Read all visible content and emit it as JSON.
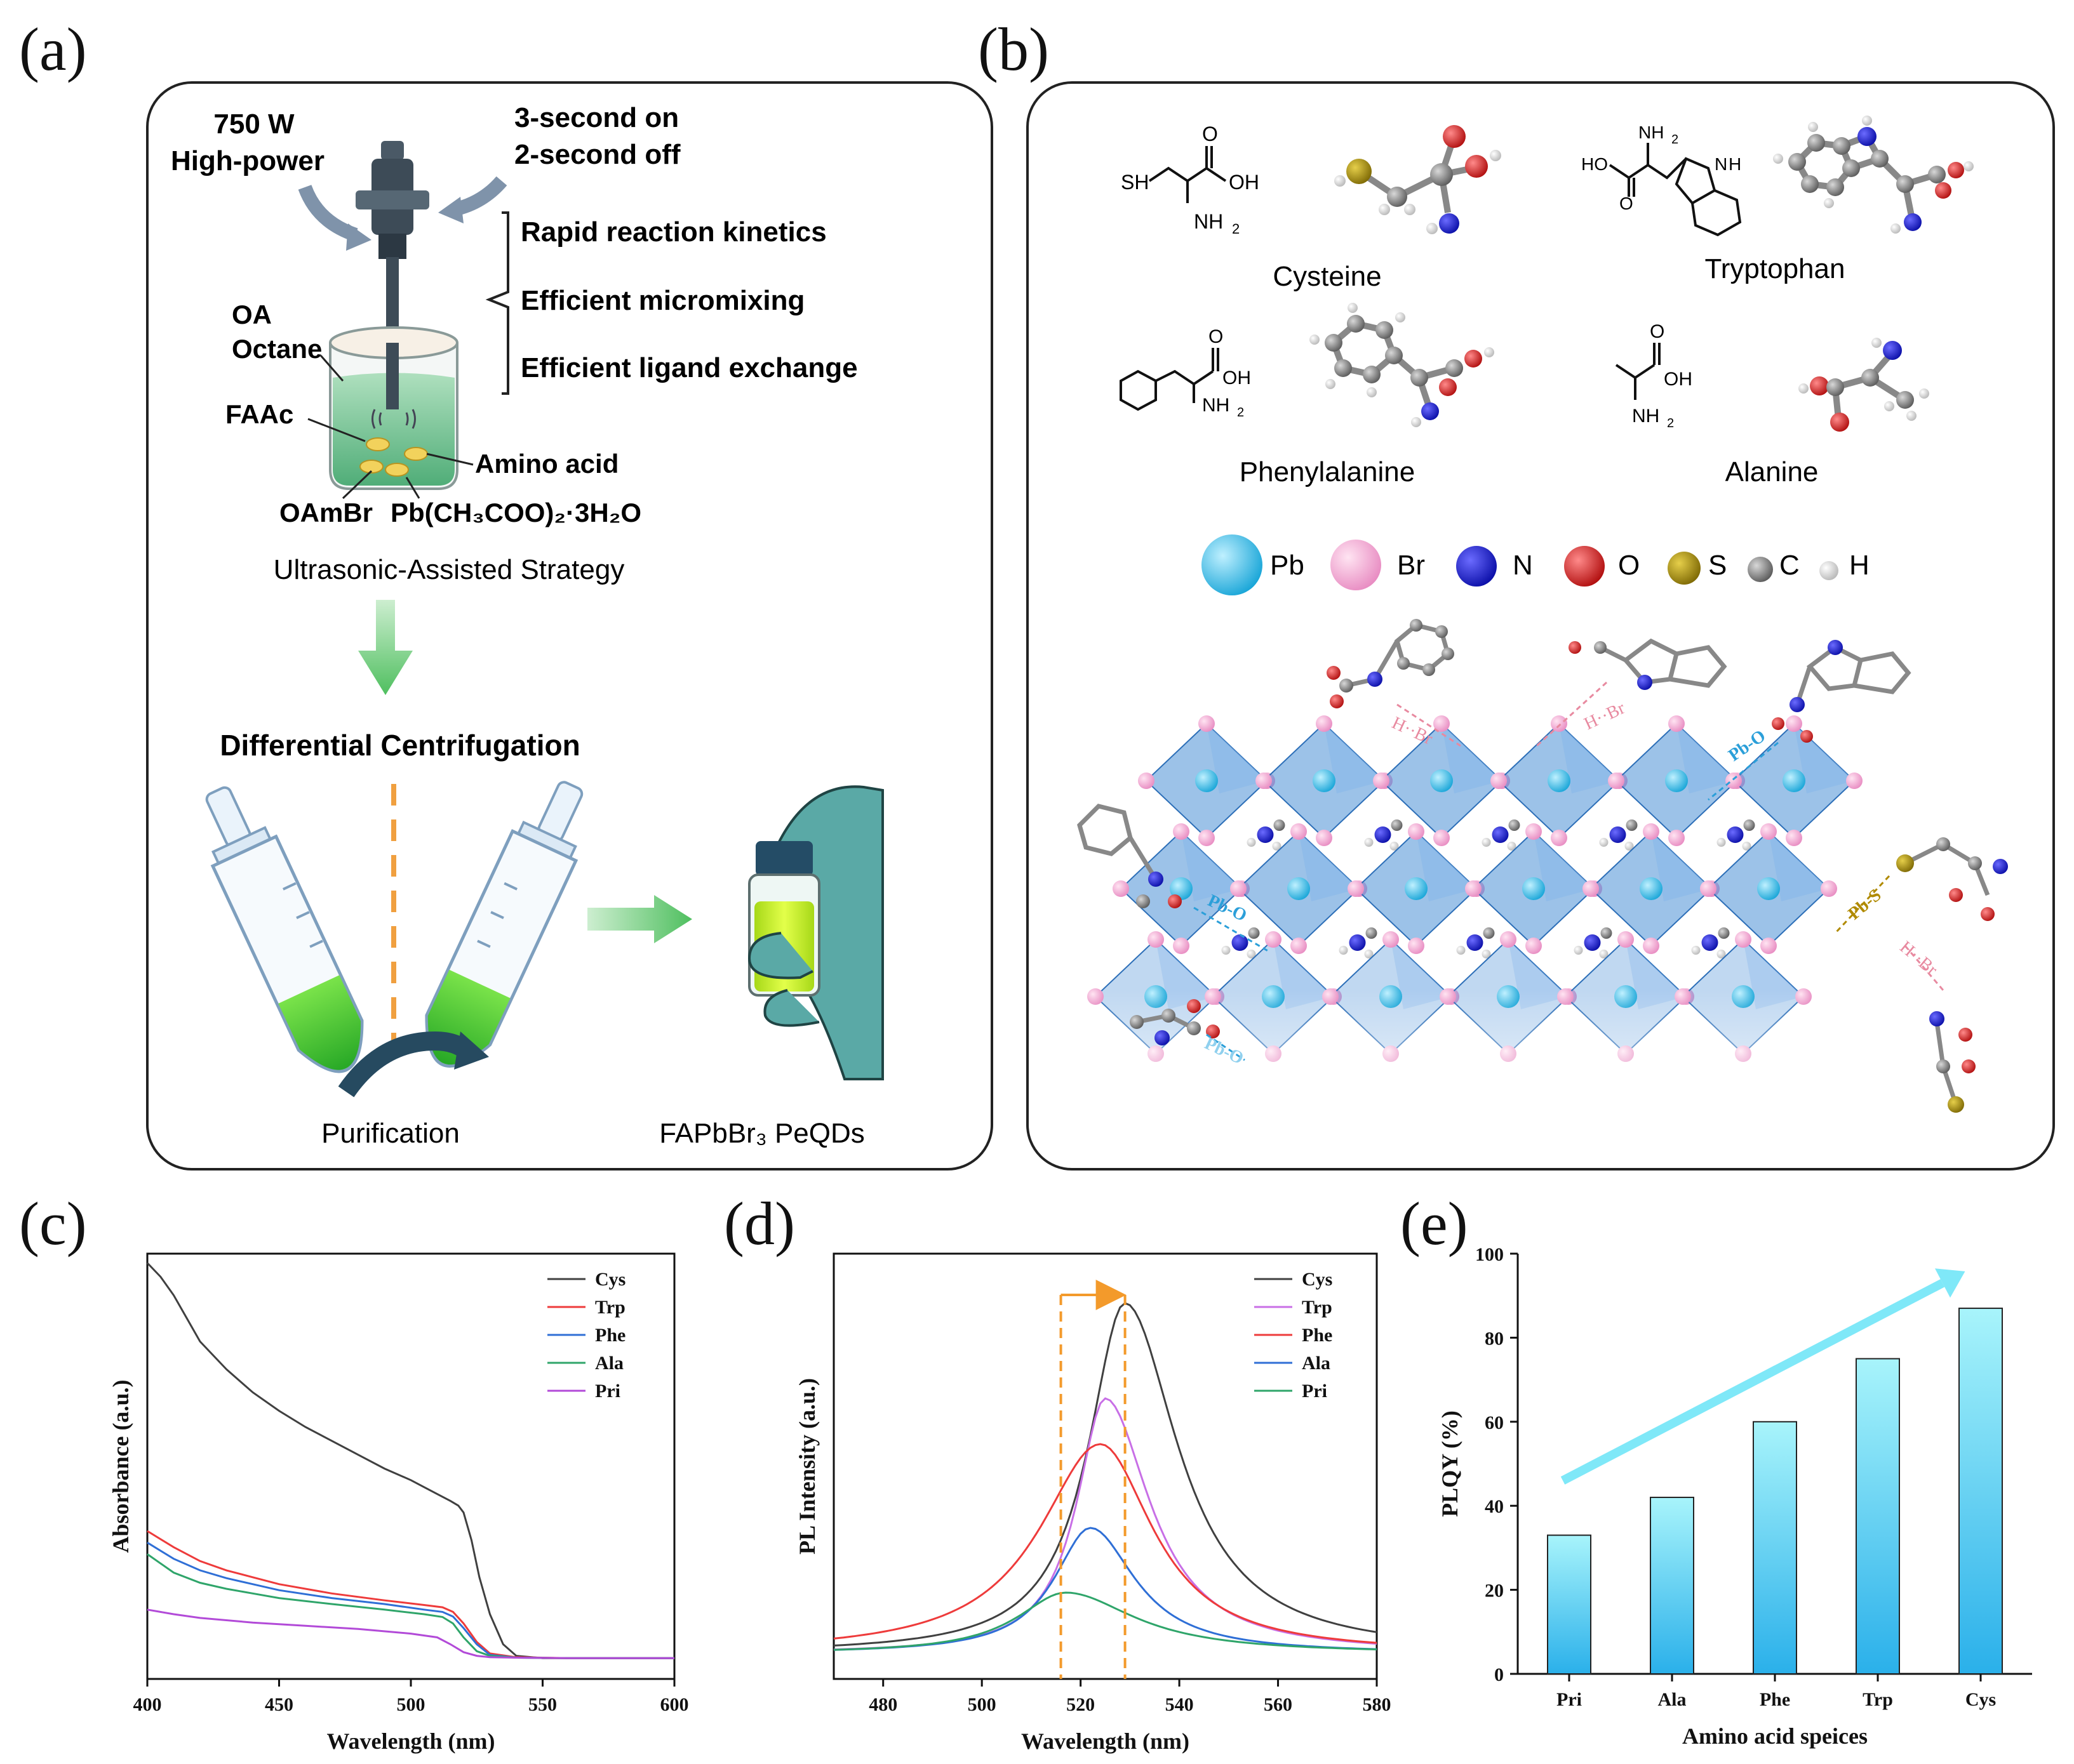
{
  "figure": {
    "panel_labels": [
      "(a)",
      "(b)",
      "(c)",
      "(d)",
      "(e)"
    ]
  },
  "panel_a": {
    "power_label": [
      "750 W",
      "High-power"
    ],
    "pulse_label": [
      "3-second on",
      "2-second off"
    ],
    "advantages": [
      "Rapid reaction kinetics",
      "Efficient micromixing",
      "Efficient ligand exchange"
    ],
    "solvent_labels": [
      "OA",
      "Octane"
    ],
    "faac_label": "FAAc",
    "amino_acid_label": "Amino acid",
    "oambr_label": "OAmBr",
    "pb_precursor_label": "Pb(CH₃COO)₂·3H₂O",
    "strategy_label": "Ultrasonic-Assisted Strategy",
    "centrifugation_label": "Differential Centrifugation",
    "purification_label": "Purification",
    "product_label": "FAPbBr₃ PeQDs",
    "colors": {
      "arrow_green": "#5cc46a",
      "liquid_green": "#3fbf3a",
      "vial_liquid": "#c6ec1c",
      "glove": "#5aa9a6",
      "bond_orange": "#f0a040"
    }
  },
  "panel_b": {
    "molecules": [
      "Cysteine",
      "Tryptophan",
      "Phenylalanine",
      "Alanine"
    ],
    "atom_legend": [
      {
        "symbol": "Pb",
        "color": "#2bb7e3"
      },
      {
        "symbol": "Br",
        "color": "#f1a5cf"
      },
      {
        "symbol": "N",
        "color": "#1d1fc4"
      },
      {
        "symbol": "O",
        "color": "#d51b1b"
      },
      {
        "symbol": "S",
        "color": "#a08a0c"
      },
      {
        "symbol": "C",
        "color": "#8a8a8a"
      },
      {
        "symbol": "H",
        "color": "#dcdcdc"
      }
    ],
    "struct_text": {
      "sh": "SH",
      "nh2": "NH",
      "nh2_sub": "2",
      "oh": "OH",
      "o": "O",
      "ho": "HO",
      "h": "H",
      "n": "N"
    },
    "interaction_labels": [
      "H··Br",
      "H··Br",
      "Pb-O",
      "Pb-O",
      "Pb-S",
      "H··Br",
      "Pb-O"
    ],
    "colors": {
      "octahedron": "#4a90d6",
      "pbo_label": "#2b9fd9",
      "pbs_label": "#b08a00",
      "hbr_label": "#e88aa0"
    }
  },
  "chart_data": [
    {
      "panel": "c",
      "type": "line",
      "xlabel": "Wavelength (nm)",
      "ylabel": "Absorbance (a.u.)",
      "xlim": [
        400,
        600
      ],
      "xticks": [
        400,
        450,
        500,
        550,
        600
      ],
      "y_ticks_shown": false,
      "legend_position": "top-right",
      "series": [
        {
          "name": "Cys",
          "color": "#404040",
          "x": [
            400,
            405,
            410,
            415,
            420,
            430,
            440,
            450,
            460,
            470,
            480,
            490,
            500,
            505,
            510,
            515,
            518,
            520,
            523,
            526,
            530,
            535,
            540,
            550,
            560,
            580,
            600
          ],
          "y": [
            1.0,
            0.97,
            0.93,
            0.88,
            0.83,
            0.77,
            0.72,
            0.68,
            0.645,
            0.615,
            0.585,
            0.555,
            0.53,
            0.515,
            0.5,
            0.485,
            0.475,
            0.46,
            0.4,
            0.32,
            0.24,
            0.175,
            0.15,
            0.145,
            0.145,
            0.145,
            0.145
          ]
        },
        {
          "name": "Trp",
          "color": "#ee3b3b",
          "x": [
            400,
            410,
            420,
            430,
            440,
            450,
            470,
            490,
            505,
            512,
            516,
            520,
            525,
            530,
            540,
            560,
            600
          ],
          "y": [
            0.42,
            0.385,
            0.355,
            0.335,
            0.32,
            0.305,
            0.285,
            0.27,
            0.26,
            0.255,
            0.245,
            0.22,
            0.18,
            0.155,
            0.147,
            0.145,
            0.145
          ]
        },
        {
          "name": "Phe",
          "color": "#2f6fd6",
          "x": [
            400,
            410,
            420,
            430,
            440,
            450,
            470,
            490,
            505,
            512,
            516,
            520,
            525,
            530,
            540,
            560,
            600
          ],
          "y": [
            0.395,
            0.36,
            0.335,
            0.318,
            0.305,
            0.292,
            0.275,
            0.262,
            0.25,
            0.245,
            0.235,
            0.21,
            0.175,
            0.152,
            0.146,
            0.145,
            0.145
          ]
        },
        {
          "name": "Ala",
          "color": "#2fa56a",
          "x": [
            400,
            410,
            420,
            430,
            440,
            450,
            470,
            490,
            505,
            512,
            516,
            520,
            525,
            530,
            540,
            560,
            600
          ],
          "y": [
            0.37,
            0.33,
            0.308,
            0.295,
            0.285,
            0.275,
            0.262,
            0.25,
            0.24,
            0.234,
            0.22,
            0.19,
            0.16,
            0.15,
            0.146,
            0.145,
            0.145
          ]
        },
        {
          "name": "Pri",
          "color": "#b24ad8",
          "x": [
            400,
            410,
            420,
            440,
            460,
            480,
            500,
            510,
            515,
            520,
            525,
            530,
            540,
            560,
            600
          ],
          "y": [
            0.25,
            0.24,
            0.232,
            0.222,
            0.215,
            0.208,
            0.198,
            0.19,
            0.175,
            0.158,
            0.15,
            0.147,
            0.146,
            0.145,
            0.145
          ]
        }
      ]
    },
    {
      "panel": "d",
      "type": "line",
      "xlabel": "Wavelength (nm)",
      "ylabel": "PL Intensity (a.u.)",
      "xlim": [
        470,
        580
      ],
      "xticks": [
        480,
        500,
        520,
        540,
        560,
        580
      ],
      "y_ticks_shown": false,
      "legend_position": "top-right",
      "peak_shift_markers_nm": [
        516,
        529
      ],
      "series": [
        {
          "name": "Cys",
          "color": "#404040",
          "peak": 529,
          "height": 0.92,
          "hwhm_left": 9,
          "hwhm_right": 13
        },
        {
          "name": "Trp",
          "color": "#c86fe6",
          "peak": 525,
          "height": 0.67,
          "hwhm_left": 7,
          "hwhm_right": 11
        },
        {
          "name": "Phe",
          "color": "#ee3b3b",
          "peak": 524,
          "height": 0.55,
          "hwhm_left": 15,
          "hwhm_right": 13
        },
        {
          "name": "Ala",
          "color": "#2f6fd6",
          "peak": 522,
          "height": 0.33,
          "hwhm_left": 9,
          "hwhm_right": 11
        },
        {
          "name": "Pri",
          "color": "#2fa56a",
          "peak": 517,
          "height": 0.16,
          "hwhm_left": 12,
          "hwhm_right": 17
        }
      ]
    },
    {
      "panel": "e",
      "type": "bar",
      "xlabel": "Amino acid speices",
      "ylabel": "PLQY (%)",
      "ylim": [
        0,
        100
      ],
      "yticks": [
        0,
        20,
        40,
        60,
        80,
        100
      ],
      "categories": [
        "Pri",
        "Ala",
        "Phe",
        "Trp",
        "Cys"
      ],
      "values": [
        33,
        42,
        60,
        75,
        87
      ],
      "bar_gradient": [
        "#2ab0ea",
        "#a8f4fb"
      ],
      "trend_arrow_color": "#7fe8f8"
    }
  ]
}
